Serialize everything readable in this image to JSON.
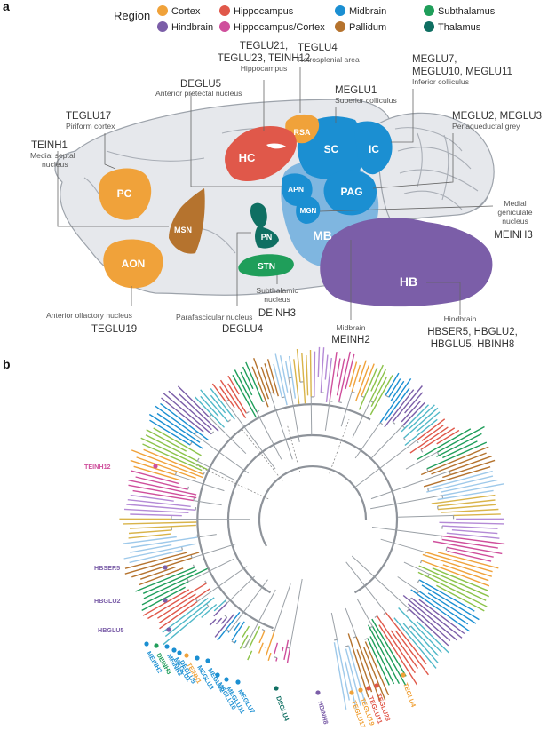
{
  "panels": {
    "a": "a",
    "b": "b"
  },
  "legend": {
    "title": "Region",
    "items": [
      {
        "label": "Cortex",
        "color": "#f0a23a"
      },
      {
        "label": "Hippocampus",
        "color": "#e0584a"
      },
      {
        "label": "Midbrain",
        "color": "#1b8fd2"
      },
      {
        "label": "Subthalamus",
        "color": "#1f9e5a"
      },
      {
        "label": "Hindbrain",
        "color": "#7b5ea8"
      },
      {
        "label": "Hippocampus/Cortex",
        "color": "#cf4f9c"
      },
      {
        "label": "Pallidum",
        "color": "#b5732e"
      },
      {
        "label": "Thalamus",
        "color": "#0f6f62"
      }
    ]
  },
  "regions": [
    {
      "id": "PC",
      "label": "PC",
      "color": "#f0a23a"
    },
    {
      "id": "AON",
      "label": "AON",
      "color": "#f0a23a"
    },
    {
      "id": "RSA",
      "label": "RSA",
      "color": "#f0a23a"
    },
    {
      "id": "HC",
      "label": "HC",
      "color": "#e0584a"
    },
    {
      "id": "MSN",
      "label": "MSN",
      "color": "#b5732e"
    },
    {
      "id": "PN",
      "label": "PN",
      "color": "#0f6f62"
    },
    {
      "id": "STN",
      "label": "STN",
      "color": "#1f9e5a"
    },
    {
      "id": "SC",
      "label": "SC",
      "color": "#1b8fd2"
    },
    {
      "id": "IC",
      "label": "IC",
      "color": "#1b8fd2"
    },
    {
      "id": "PAG",
      "label": "PAG",
      "color": "#1b8fd2"
    },
    {
      "id": "APN",
      "label": "APN",
      "color": "#1b8fd2"
    },
    {
      "id": "MGN",
      "label": "MGN",
      "color": "#1b8fd2"
    },
    {
      "id": "MB",
      "label": "MB",
      "color": "#7fb6e0"
    },
    {
      "id": "HB",
      "label": "HB",
      "color": "#7b5ea8"
    }
  ],
  "annotations": {
    "tesglu21": {
      "code1": "TEGLU21,",
      "code2": "TEGLU23, TEINH12",
      "desc": "Hippocampus"
    },
    "teglu4": {
      "code": "TEGLU4",
      "desc": "Retrosplenial area"
    },
    "deglu5": {
      "code": "DEGLU5",
      "desc": "Anterior pretectal nucleus"
    },
    "meglu1": {
      "code": "MEGLU1",
      "desc": "Superior colliculus"
    },
    "meglu7": {
      "code1": "MEGLU7,",
      "code2": "MEGLU10, MEGLU11",
      "desc": "Inferior colliculus"
    },
    "meglu2": {
      "code": "MEGLU2, MEGLU3",
      "desc": "Periaqueductal grey"
    },
    "teglu17": {
      "code": "TEGLU17",
      "desc": "Piriform cortex"
    },
    "teinh1": {
      "code": "TEINH1",
      "desc1": "Medial septal",
      "desc2": "nucleus"
    },
    "meinh3": {
      "desc1": "Medial",
      "desc2": "geniculate",
      "desc3": "nucleus",
      "code": "MEINH3"
    },
    "teglu19": {
      "desc": "Anterior olfactory nucleus",
      "code": "TEGLU19"
    },
    "deglu4": {
      "desc": "Parafascicular nucleus",
      "code": "DEGLU4"
    },
    "deinh3": {
      "desc1": "Subthalamic",
      "desc2": "nucleus",
      "code": "DEINH3"
    },
    "meinh2": {
      "desc": "Midbrain",
      "code": "MEINH2"
    },
    "hindbrain": {
      "desc": "Hindbrain",
      "code1": "HBSER5, HBGLU2,",
      "code2": "HBGLU5, HBINH8"
    }
  },
  "tree_tips": [
    {
      "label": "TEINH12",
      "color": "#cf4f9c"
    },
    {
      "label": "HBSER5",
      "color": "#7b5ea8"
    },
    {
      "label": "HBGLU2",
      "color": "#7b5ea8"
    },
    {
      "label": "HBGLU5",
      "color": "#7b5ea8"
    },
    {
      "label": "MEINH2",
      "color": "#1b8fd2"
    },
    {
      "label": "DEINH3",
      "color": "#1f9e5a"
    },
    {
      "label": "MEINH3",
      "color": "#1b8fd2"
    },
    {
      "label": "MEGLU1",
      "color": "#1b8fd2"
    },
    {
      "label": "DEGLU5",
      "color": "#1b8fd2"
    },
    {
      "label": "TEINH1",
      "color": "#f0a23a"
    },
    {
      "label": "MEGLU3",
      "color": "#1b8fd2"
    },
    {
      "label": "MEGLU2",
      "color": "#1b8fd2"
    },
    {
      "label": "MEGLU10",
      "color": "#1b8fd2"
    },
    {
      "label": "MEGLU11",
      "color": "#1b8fd2"
    },
    {
      "label": "MEGLU7",
      "color": "#1b8fd2"
    },
    {
      "label": "DEGLU4",
      "color": "#0f6f62"
    },
    {
      "label": "HBINH8",
      "color": "#7b5ea8"
    },
    {
      "label": "TEGLU17",
      "color": "#f0a23a"
    },
    {
      "label": "TEGLU19",
      "color": "#f0a23a"
    },
    {
      "label": "TEGLU21",
      "color": "#e0584a"
    },
    {
      "label": "TEGLU23",
      "color": "#e0584a"
    },
    {
      "label": "TEGLU4",
      "color": "#f0a23a"
    }
  ],
  "tree_palette": [
    "#cf4f9c",
    "#f0a23a",
    "#8cc34a",
    "#1b8fd2",
    "#7b5ea8",
    "#4fb8c8",
    "#e0584a",
    "#1f9e5a",
    "#b5732e",
    "#9ec9ea",
    "#d9b44a",
    "#b48ad6"
  ]
}
